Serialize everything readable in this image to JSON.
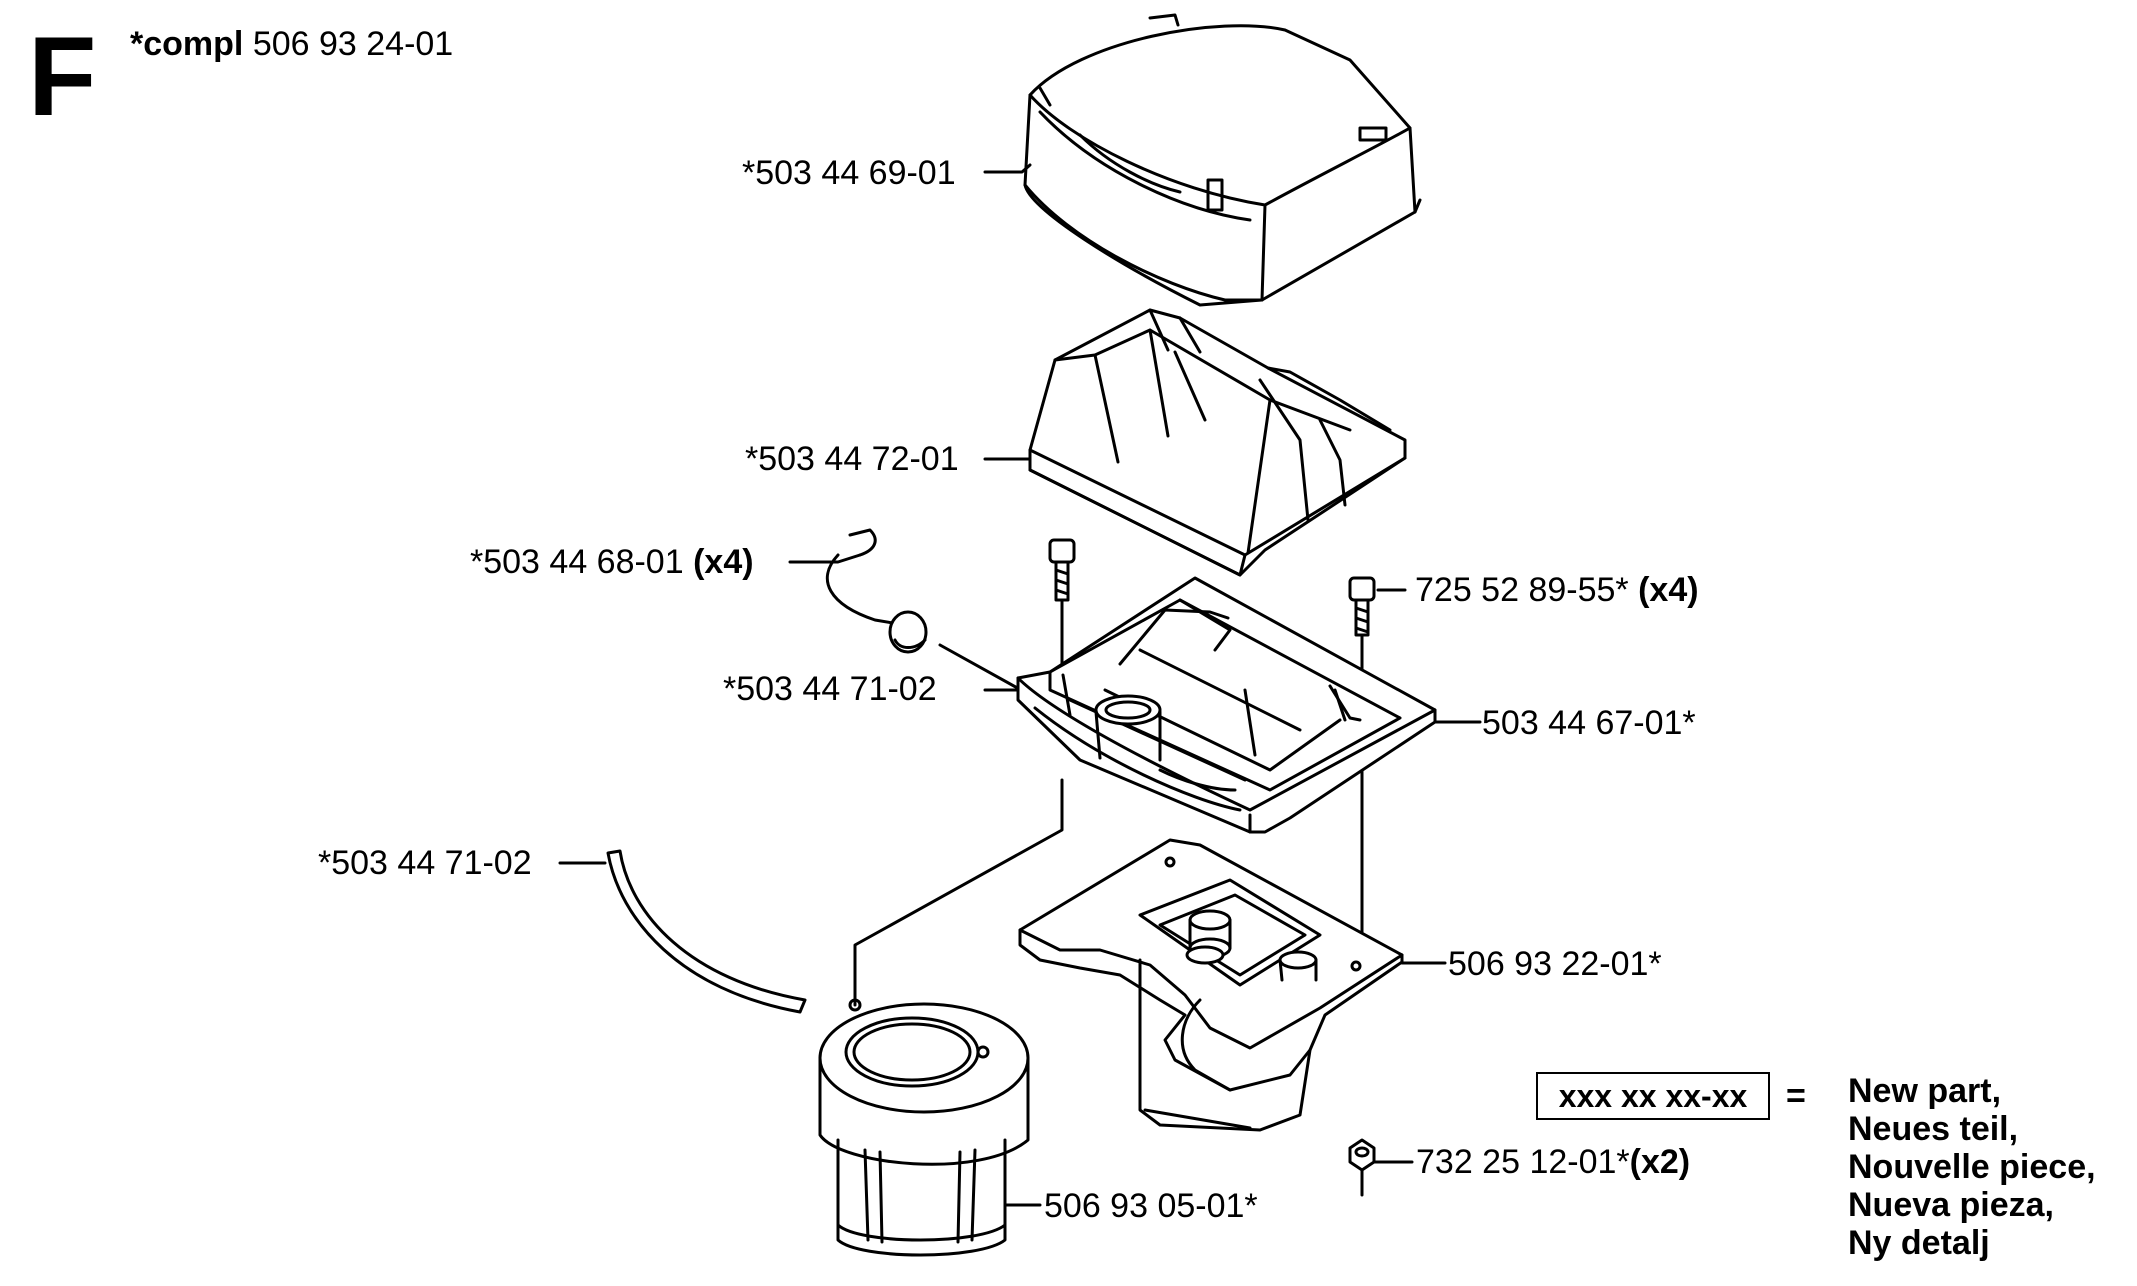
{
  "diagram": {
    "section_letter": "F",
    "complete_assembly": {
      "prefix": "*compl",
      "number": "506 93 24-01"
    },
    "parts": [
      {
        "number": "*503 44 69-01",
        "qty": ""
      },
      {
        "number": "*503 44 72-01",
        "qty": ""
      },
      {
        "number": "*503 44 68-01",
        "qty": "(x4)"
      },
      {
        "number": "725 52 89-55*",
        "qty": "(x4)"
      },
      {
        "number": "*503 44 71-02",
        "qty": ""
      },
      {
        "number": "503 44 67-01*",
        "qty": ""
      },
      {
        "number": "*503 44 71-02",
        "qty": ""
      },
      {
        "number": "506 93 22-01*",
        "qty": ""
      },
      {
        "number": "732 25 12-01*",
        "qty": "(x2)"
      },
      {
        "number": "506 93 05-01*",
        "qty": ""
      }
    ],
    "legend": {
      "code": "xxx xx xx-xx",
      "equals": "=",
      "lines": [
        "New part,",
        "Neues teil,",
        "Nouvelle piece,",
        "Nueva pieza,",
        "Ny detalj"
      ]
    }
  }
}
